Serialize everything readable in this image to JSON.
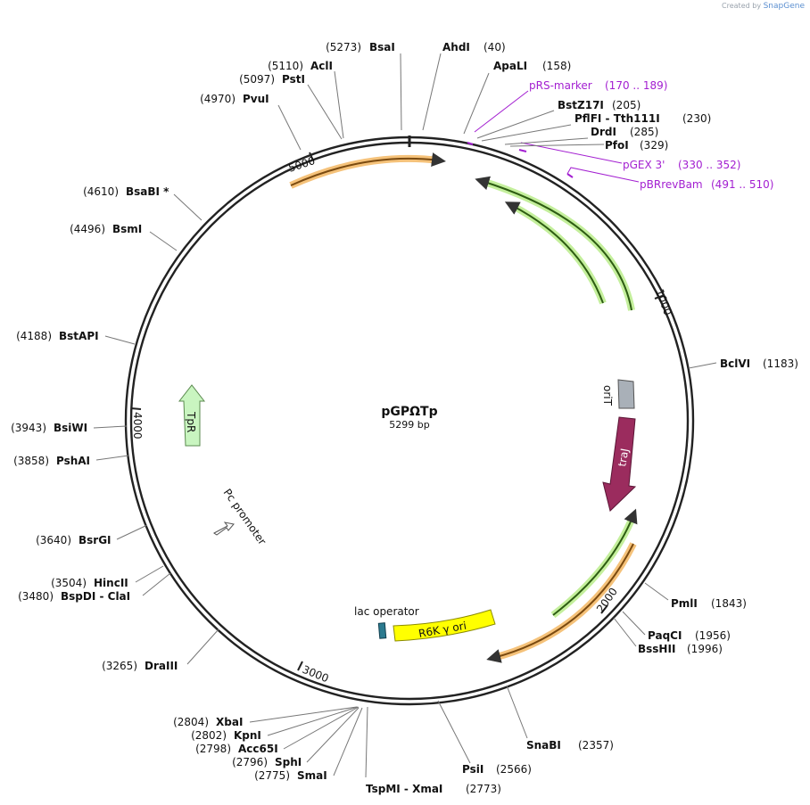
{
  "branding": {
    "created_by": "Created by",
    "product": "SnapGene"
  },
  "plasmid": {
    "name": "pGPΩTp",
    "length_label": "5299 bp"
  },
  "ruler_ticks": [
    "1000",
    "2000",
    "3000",
    "4000",
    "5000"
  ],
  "sites": [
    {
      "pos": "(5273)",
      "name": "BsaI"
    },
    {
      "pos": "(40)",
      "name": "AhdI"
    },
    {
      "pos": "(5110)",
      "name": "AclI"
    },
    {
      "pos": "(158)",
      "name": "ApaLI"
    },
    {
      "pos": "(5097)",
      "name": "PstI"
    },
    {
      "pos": "(4970)",
      "name": "PvuI"
    },
    {
      "pos": "(205)",
      "name": "BstZ17I"
    },
    {
      "pos": "(230)",
      "name": "PflFI  -  Tth111I"
    },
    {
      "pos": "(285)",
      "name": "DrdI"
    },
    {
      "pos": "(329)",
      "name": "PfoI"
    },
    {
      "pos": "(4610)",
      "name": "BsaBI *"
    },
    {
      "pos": "(4496)",
      "name": "BsmI"
    },
    {
      "pos": "(4188)",
      "name": "BstAPI"
    },
    {
      "pos": "(1183)",
      "name": "BclVI"
    },
    {
      "pos": "(3943)",
      "name": "BsiWI"
    },
    {
      "pos": "(3858)",
      "name": "PshAI"
    },
    {
      "pos": "(3640)",
      "name": "BsrGI"
    },
    {
      "pos": "(3504)",
      "name": "HincII"
    },
    {
      "pos": "(3480)",
      "name": "BspDI  -  ClaI"
    },
    {
      "pos": "(1843)",
      "name": "PmlI"
    },
    {
      "pos": "(1956)",
      "name": "PaqCI"
    },
    {
      "pos": "(1996)",
      "name": "BssHII"
    },
    {
      "pos": "(3265)",
      "name": "DraIII"
    },
    {
      "pos": "(2357)",
      "name": "SnaBI"
    },
    {
      "pos": "(2804)",
      "name": "XbaI"
    },
    {
      "pos": "(2802)",
      "name": "KpnI"
    },
    {
      "pos": "(2798)",
      "name": "Acc65I"
    },
    {
      "pos": "(2796)",
      "name": "SphI"
    },
    {
      "pos": "(2775)",
      "name": "SmaI"
    },
    {
      "pos": "(2566)",
      "name": "PsiI"
    },
    {
      "pos": "(2773)",
      "name": "TspMI  -  XmaI"
    }
  ],
  "primers": [
    {
      "name": "pRS-marker",
      "range": "(170 .. 189)"
    },
    {
      "name": "pGEX 3'",
      "range": "(330 .. 352)"
    },
    {
      "name": "pBRrevBam",
      "range": "(491 .. 510)"
    }
  ],
  "features": {
    "oriT": "oriT",
    "traJ": "traJ",
    "TpR": "TpR",
    "pc_promoter": "Pc promoter",
    "lac_operator": "lac operator",
    "r6k_ori": "R6K γ ori"
  },
  "colors": {
    "backbone": "#222222",
    "primer": "#a31fd1",
    "orange_feature": "#f0a23a",
    "green_feature": "#8fdc5a",
    "traJ": "#9b2c5e",
    "oriT": "#a9b0b8",
    "TpR": "#c9f5c0",
    "r6k": "#ffff00",
    "lac_operator": "#2b7a8f"
  }
}
